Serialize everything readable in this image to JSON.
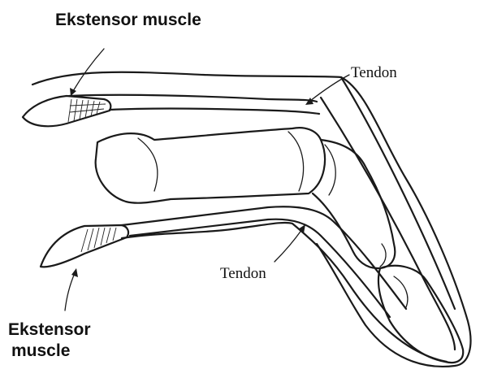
{
  "labels": {
    "top_muscle": "Ekstensor muscle",
    "bottom_muscle_line1": "Ekstensor",
    "bottom_muscle_line2": "muscle",
    "tendon_top": "Tendon",
    "tendon_bottom": "Tendon"
  },
  "colors": {
    "ink": "#1a1a1a",
    "background": "#ffffff"
  }
}
